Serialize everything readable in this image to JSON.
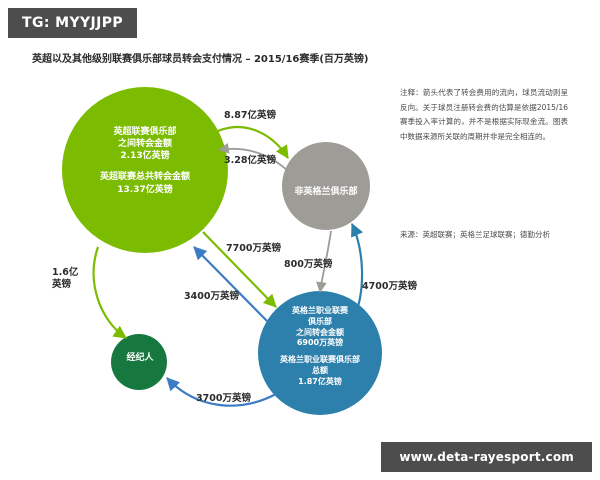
{
  "tg_tag": "TG: MYYJJPP",
  "watermark": "www.deta-rayesport.com",
  "title": "英超以及其他级别联赛俱乐部球员转会支付情况 – 2015/16赛季(百万英镑)",
  "nodes": {
    "epl": {
      "name": "英超联赛俱乐部",
      "inner_line1": "之间转会金额",
      "inner_line2": "2.13亿英镑",
      "total_line1": "英超联赛总共转会金额",
      "total_line2": "13.37亿英镑",
      "color": "#7cbc00"
    },
    "efl": {
      "name_line1": "英格兰职业联赛",
      "name_line2": "俱乐部",
      "inner_line1": "之间转会金额",
      "inner_line2": "6900万英镑",
      "total_line1": "英格兰职业联赛俱乐部",
      "total_line2": "总额",
      "total_line3": "1.87亿英镑",
      "color": "#2e80ac"
    },
    "non_english": {
      "name": "非英格兰俱乐部",
      "color": "#9e9c96"
    },
    "agents": {
      "name": "经纪人",
      "color": "#17783f"
    }
  },
  "flows": {
    "epl_to_non_english": "8.87亿英镑",
    "non_english_to_epl": "3.28亿英镑",
    "epl_to_efl": "7700万英镑",
    "efl_to_epl": "3400万英镑",
    "efl_to_non_english": "800万英镑",
    "non_english_to_efl": "4700万英镑",
    "epl_to_agents": "1.6亿\n英镑",
    "epl_to_agents_line1": "1.6亿",
    "epl_to_agents_line2": "英镑",
    "efl_to_agents": "3700万英镑"
  },
  "notes": {
    "annotation": "注释：箭头代表了转会费用的流向，球员流动则呈反向。关于球员注册转会费的估算是依据2015/16赛季投入率计算的，并不是根据实际现金流。图表中数据来源所关联的周期并非是完全相连的。",
    "source": "来源：英超联赛；英格兰足球联赛；德勤分析"
  },
  "chart_data": {
    "type": "diagram",
    "title": "英超以及其他级别联赛俱乐部球员转会支付情况 – 2015/16赛季(百万英镑)",
    "nodes": [
      {
        "id": "epl",
        "label": "英超联赛俱乐部",
        "internal_value": "2.13亿英镑",
        "total_value": "13.37亿英镑",
        "color": "#7cbc00",
        "radius_px": 83
      },
      {
        "id": "non_english",
        "label": "非英格兰俱乐部",
        "color": "#9e9c96",
        "radius_px": 44
      },
      {
        "id": "efl",
        "label": "英格兰职业联赛俱乐部",
        "internal_value": "6900万英镑",
        "total_value": "1.87亿英镑",
        "color": "#2e80ac",
        "radius_px": 62
      },
      {
        "id": "agents",
        "label": "经纪人",
        "color": "#17783f",
        "radius_px": 28
      }
    ],
    "links": [
      {
        "from": "epl",
        "to": "non_english",
        "label": "8.87亿英镑",
        "color": "#7cbc00"
      },
      {
        "from": "non_english",
        "to": "epl",
        "label": "3.28亿英镑",
        "color": "#9e9c96"
      },
      {
        "from": "epl",
        "to": "efl",
        "label": "7700万英镑",
        "color": "#7cbc00"
      },
      {
        "from": "efl",
        "to": "epl",
        "label": "3400万英镑",
        "color": "#2e80ac"
      },
      {
        "from": "efl",
        "to": "non_english",
        "label": "800万英镑",
        "color": "#9e9c96"
      },
      {
        "from": "non_english",
        "to": "efl",
        "label": "4700万英镑",
        "color": "#2e80ac"
      },
      {
        "from": "epl",
        "to": "agents",
        "label": "1.6亿英镑",
        "color": "#7cbc00"
      },
      {
        "from": "efl",
        "to": "agents",
        "label": "3700万英镑",
        "color": "#2e80ac"
      }
    ],
    "legend": [],
    "annotation": "注释：箭头代表了转会费用的流向，球员流动则呈反向。关于球员注册转会费的估算是依据2015/16赛季投入率计算的，并不是根据实际现金流。图表中数据来源所关联的周期并非是完全相连的。",
    "source": "来源：英超联赛；英格兰足球联赛；德勤分析"
  }
}
